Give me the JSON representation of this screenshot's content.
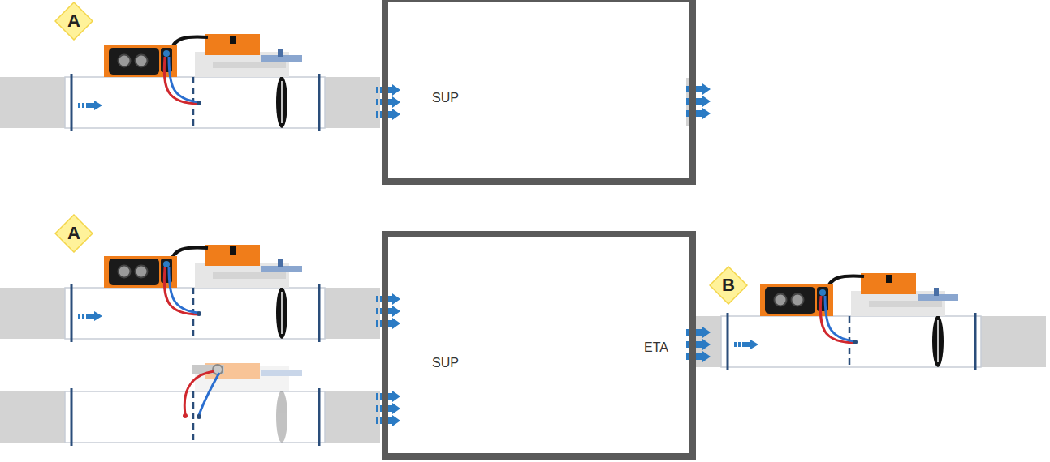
{
  "diagram": {
    "nodes": [
      {
        "text": [
          "A"
        ]
      },
      {
        "text": [
          "SUP"
        ]
      },
      {
        "text": [
          "A"
        ]
      },
      {
        "text": [
          "SUP",
          "ETA"
        ]
      },
      {
        "text": [
          "B"
        ]
      }
    ]
  }
}
